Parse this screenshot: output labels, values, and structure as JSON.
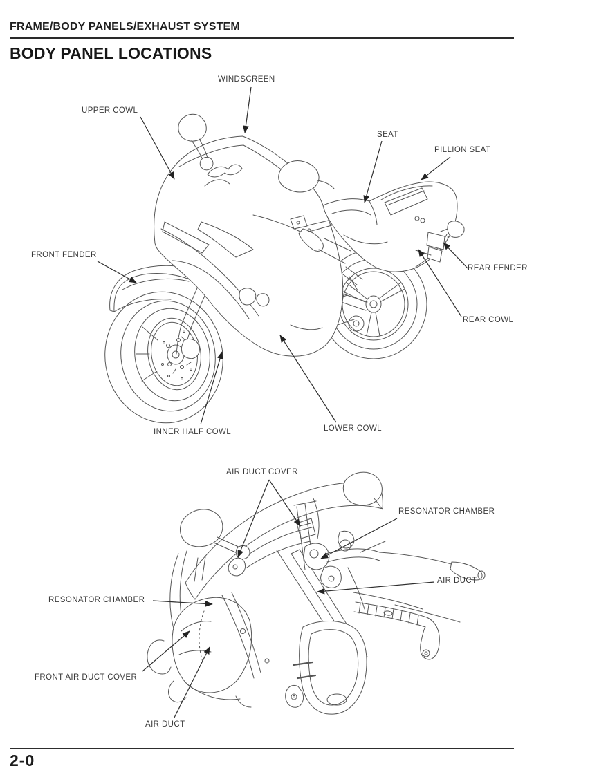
{
  "page": {
    "header": "FRAME/BODY PANELS/EXHAUST SYSTEM",
    "title": "BODY PANEL LOCATIONS",
    "page_number": "2-0"
  },
  "diagram_top": {
    "labels": {
      "windscreen": "WINDSCREEN",
      "upper_cowl": "UPPER COWL",
      "seat": "SEAT",
      "pillion_seat": "PILLION SEAT",
      "front_fender": "FRONT FENDER",
      "rear_fender": "REAR FENDER",
      "rear_cowl": "REAR COWL",
      "inner_half_cowl": "INNER HALF COWL",
      "lower_cowl": "LOWER COWL"
    }
  },
  "diagram_bottom": {
    "labels": {
      "air_duct_cover": "AIR DUCT COVER",
      "resonator_chamber_right": "RESONATOR CHAMBER",
      "air_duct_right": "AIR DUCT",
      "resonator_chamber_left": "RESONATOR CHAMBER",
      "front_air_duct_cover": "FRONT AIR DUCT COVER",
      "air_duct_bottom": "AIR DUCT"
    }
  },
  "colors": {
    "paper": "#ffffff",
    "ink": "#1f1f1f",
    "line_art": "#555555",
    "leader_line": "#2e2e2e"
  }
}
